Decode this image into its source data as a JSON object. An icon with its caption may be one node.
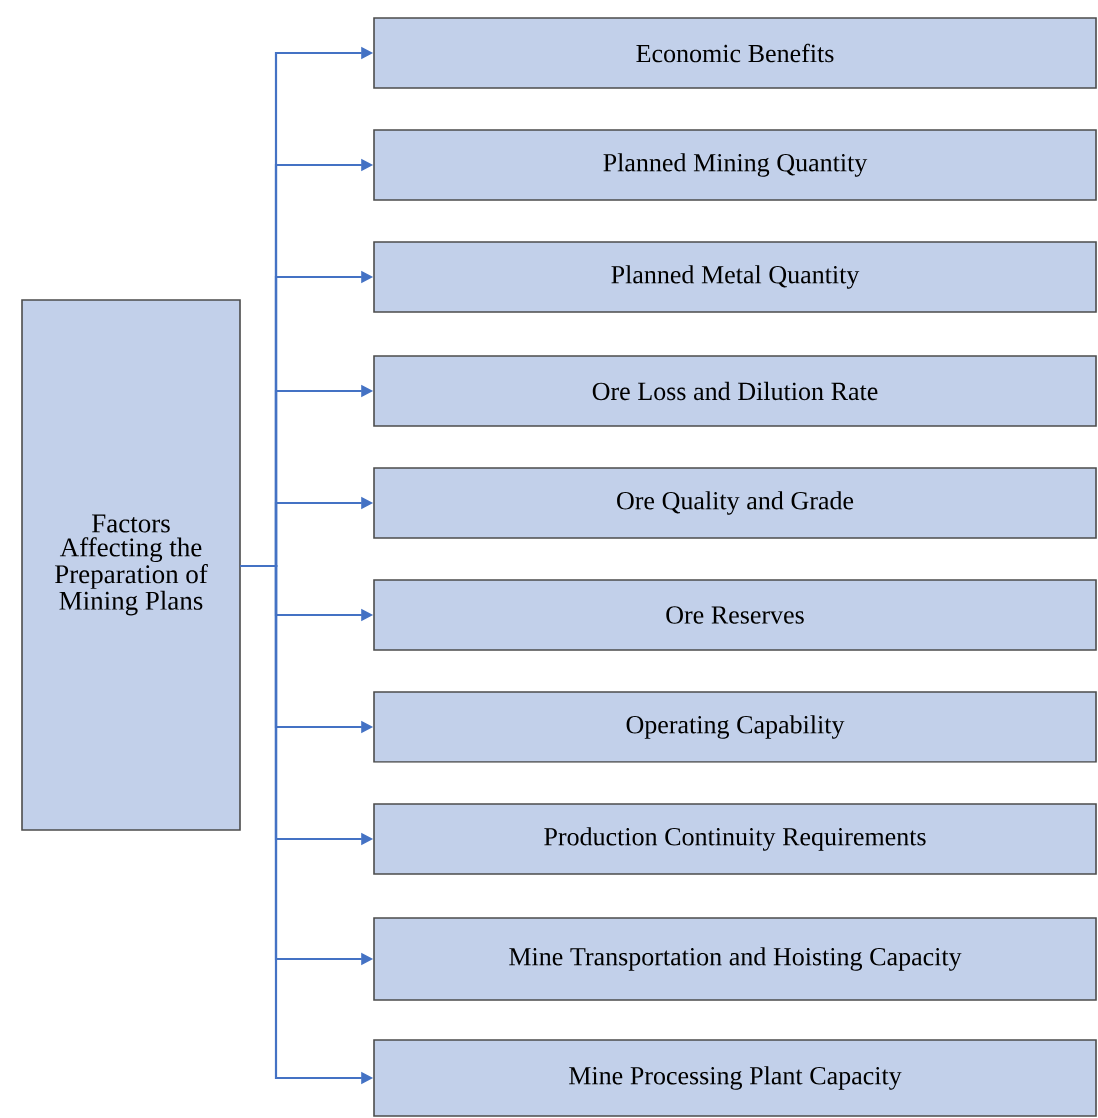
{
  "diagram": {
    "nodes": [
      {
        "text": [
          "Factors Affecting the Preparation of Mining Plans"
        ]
      },
      {
        "text": [
          "Economic Benefits"
        ]
      },
      {
        "text": [
          "Planned Mining Quantity"
        ]
      },
      {
        "text": [
          "Planned Metal Quantity"
        ]
      },
      {
        "text": [
          "Ore Loss and Dilution Rate"
        ]
      },
      {
        "text": [
          "Ore Quality and Grade"
        ]
      },
      {
        "text": [
          "Ore Reserves"
        ]
      },
      {
        "text": [
          "Operating Capability"
        ]
      },
      {
        "text": [
          "Production Continuity Requirements"
        ]
      },
      {
        "text": [
          "Mine Transportation and Hoisting Capacity"
        ]
      },
      {
        "text": [
          "Mine Processing Plant Capacity"
        ]
      }
    ],
    "edges": [
      {
        "from": 0,
        "to": 1,
        "arrow": "to"
      },
      {
        "from": 0,
        "to": 2,
        "arrow": "to"
      },
      {
        "from": 0,
        "to": 3,
        "arrow": "to"
      },
      {
        "from": 0,
        "to": 4,
        "arrow": "to"
      },
      {
        "from": 0,
        "to": 5,
        "arrow": "to"
      },
      {
        "from": 0,
        "to": 6,
        "arrow": "to"
      },
      {
        "from": 0,
        "to": 7,
        "arrow": "to"
      },
      {
        "from": 0,
        "to": 8,
        "arrow": "to"
      },
      {
        "from": 0,
        "to": 9,
        "arrow": "to"
      },
      {
        "from": 0,
        "to": 10,
        "arrow": "to"
      }
    ]
  }
}
